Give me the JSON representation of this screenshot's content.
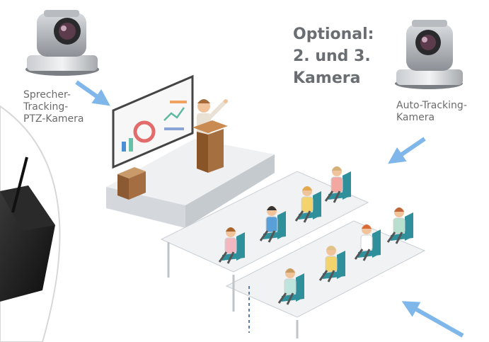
{
  "labels": {
    "speaker_camera": [
      "Sprecher-",
      "Tracking-",
      "PTZ-Kamera"
    ],
    "auto_camera": [
      "Auto-Tracking-",
      "Kamera"
    ],
    "optional": [
      "Optional:",
      "2. und 3.",
      "Kamera"
    ]
  },
  "colors": {
    "arrow": "#7fb7ea",
    "text": "#6b6b6b",
    "optional_text": "#6a6e72",
    "chair": "#2f8f9a",
    "table": "#e9edf0",
    "stage": "#e4e7ea",
    "podium": "#a66f3f"
  },
  "icons": {
    "camera": "ptz-camera-icon",
    "arrow": "arrow-icon",
    "device": "wireless-device",
    "presenter": "presenter-figure",
    "audience": "seated-participant"
  }
}
